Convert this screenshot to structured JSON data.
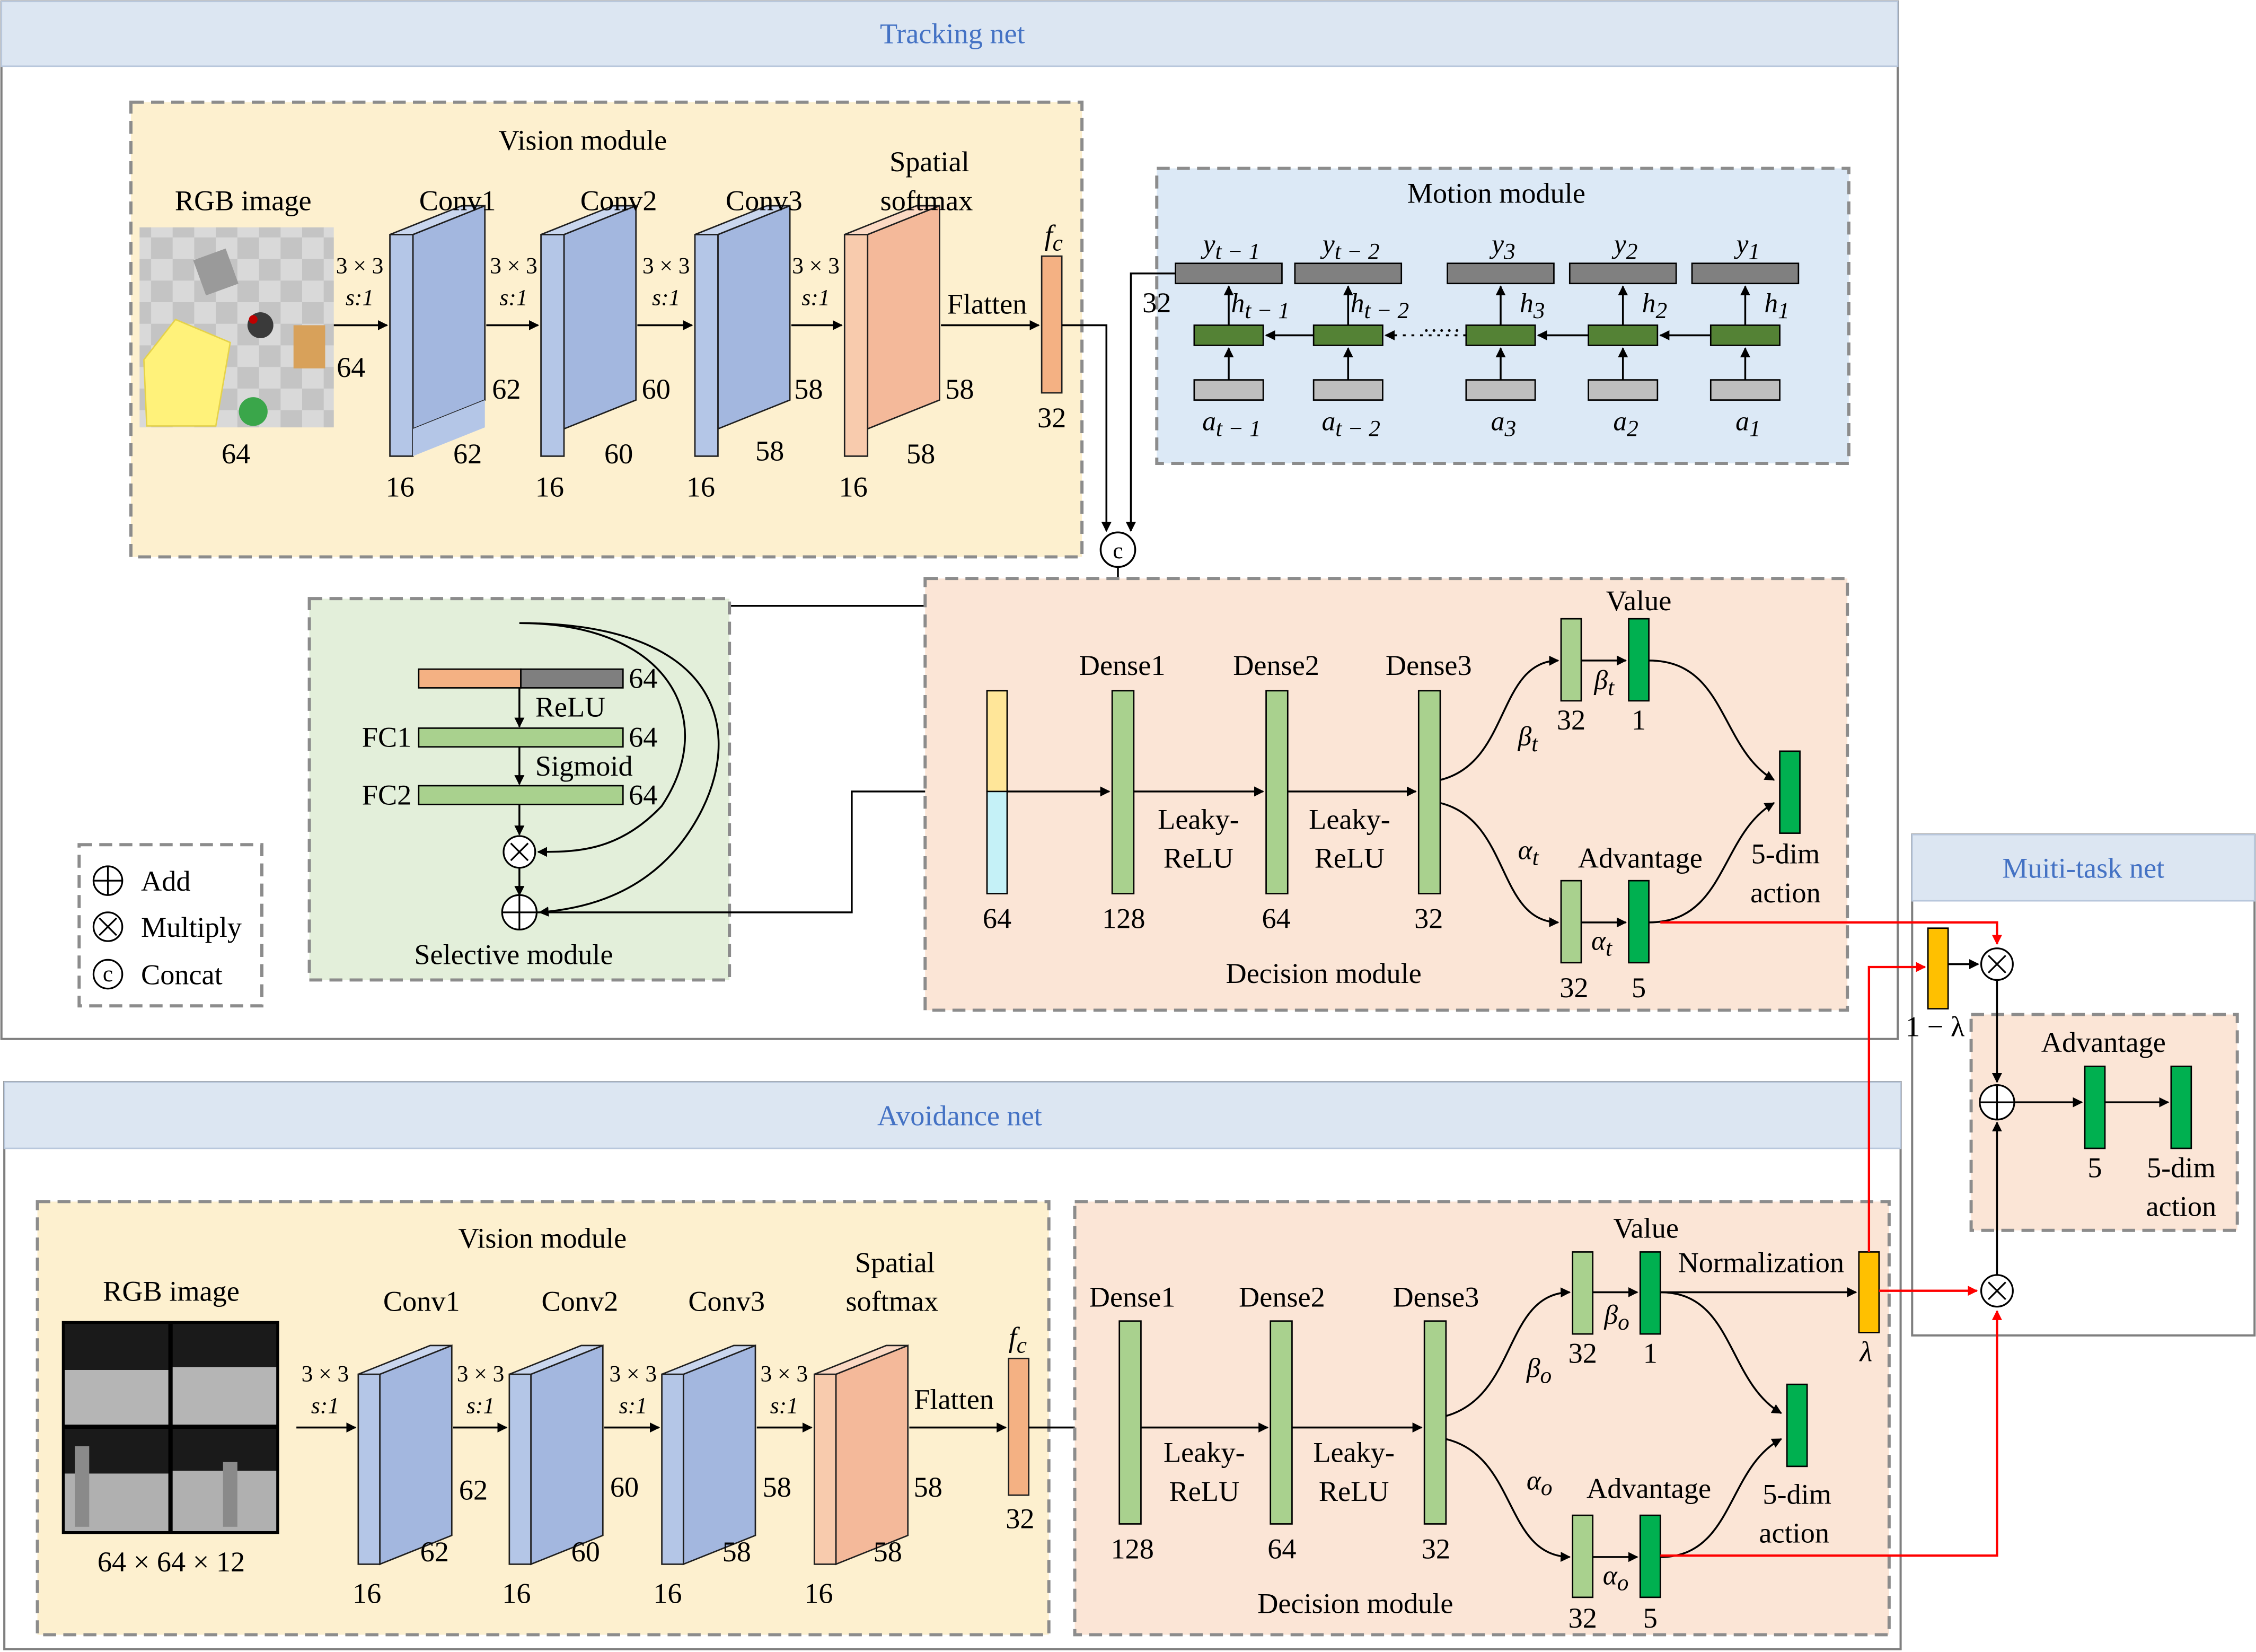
{
  "headers": {
    "tracking": "Tracking net",
    "avoidance": "Avoidance net",
    "multitask": "Muiti-task net"
  },
  "legend": {
    "add": "Add",
    "multiply": "Multiply",
    "concat": "Concat"
  },
  "tracking": {
    "vision": {
      "title": "Vision module",
      "rgb": "RGB image",
      "conv1": "Conv1",
      "conv2": "Conv2",
      "conv3": "Conv3",
      "spatial1": "Spatial",
      "spatial2": "softmax",
      "kernel": "3 × 3",
      "stride": "s:1",
      "flatten": "Flatten",
      "fc": "f",
      "fc_sub": "c",
      "dims": {
        "img_h": "64",
        "img_w": "64",
        "c1_h": "62",
        "c1_w": "62",
        "c1_d": "16",
        "c2_h": "60",
        "c2_w": "60",
        "c2_d": "16",
        "c3_h": "58",
        "c3_w": "58",
        "c3_d": "16",
        "sp_h": "58",
        "sp_w": "58",
        "sp_d": "16",
        "fc_n": "32"
      }
    },
    "motion": {
      "title": "Motion module",
      "in_dim": "32",
      "y": [
        "y",
        "y",
        "y",
        "y",
        "y"
      ],
      "y_sub": [
        "t − 1",
        "t − 2",
        "3",
        "2",
        "1"
      ],
      "h": [
        "h",
        "h",
        "h",
        "h",
        "h"
      ],
      "h_sub": [
        "t − 1",
        "t − 2",
        "3",
        "2",
        "1"
      ],
      "a": [
        "a",
        "a",
        "a",
        "a",
        "a"
      ],
      "a_sub": [
        "t − 1",
        "t − 2",
        "3",
        "2",
        "1"
      ],
      "dots": "·····"
    },
    "concat_symbol": "c",
    "selective": {
      "title": "Selective module",
      "relu": "ReLU",
      "sigmoid": "Sigmoid",
      "fc1": "FC1",
      "fc2": "FC2",
      "d1": "64",
      "d2": "64",
      "d3": "64"
    },
    "decision": {
      "title": "Decision module",
      "dense1": "Dense1",
      "dense2": "Dense2",
      "dense3": "Dense3",
      "leaky1": "Leaky-",
      "leaky2": "ReLU",
      "value": "Value",
      "advantage": "Advantage",
      "action1": "5-dim",
      "action2": "action",
      "beta": "β",
      "beta_sub": "t",
      "alpha": "α",
      "alpha_sub": "t",
      "dims": {
        "in": "64",
        "d1": "128",
        "d2": "64",
        "d3": "32",
        "v32": "32",
        "v1": "1",
        "a32": "32",
        "a5": "5"
      }
    }
  },
  "avoidance": {
    "vision": {
      "title": "Vision module",
      "rgb": "RGB image",
      "conv1": "Conv1",
      "conv2": "Conv2",
      "conv3": "Conv3",
      "spatial1": "Spatial",
      "spatial2": "softmax",
      "kernel": "3 × 3",
      "stride": "s:1",
      "flatten": "Flatten",
      "fc": "f",
      "fc_sub": "c",
      "img_dims": "64 × 64 × 12",
      "dims": {
        "c1_h": "62",
        "c1_w": "62",
        "c1_d": "16",
        "c2_h": "60",
        "c2_w": "60",
        "c2_d": "16",
        "c3_h": "58",
        "c3_w": "58",
        "c3_d": "16",
        "sp_h": "58",
        "sp_w": "58",
        "sp_d": "16",
        "fc_n": "32"
      }
    },
    "decision": {
      "title": "Decision module",
      "dense1": "Dense1",
      "dense2": "Dense2",
      "dense3": "Dense3",
      "leaky1": "Leaky-",
      "leaky2": "ReLU",
      "value": "Value",
      "normalization": "Normalization",
      "advantage": "Advantage",
      "action1": "5-dim",
      "action2": "action",
      "beta": "β",
      "beta_sub": "o",
      "alpha": "α",
      "alpha_sub": "o",
      "lambda": "λ",
      "dims": {
        "d1": "128",
        "d2": "64",
        "d3": "32",
        "v32": "32",
        "v1": "1",
        "a32": "32",
        "a5": "5"
      }
    }
  },
  "multitask": {
    "one_minus_lambda": "1 − λ",
    "advantage": "Advantage",
    "dim5": "5",
    "action1": "5-dim",
    "action2": "action"
  },
  "colors": {
    "header_bg": "#dce6f2",
    "header_text": "#4472c4",
    "vision_bg": "#fdf0cf",
    "motion_bg": "#dce9f6",
    "selective_bg": "#e3efda",
    "decision_bg": "#fbe5d6",
    "conv_blue": "#b4c6e7",
    "spatial_orange": "#f8cbad",
    "fc_orange": "#f4b183",
    "dense_green": "#a9d18e",
    "out_green": "#00b050",
    "motion_dark": "#808080",
    "motion_green": "#548235",
    "motion_gray": "#bfbfbf",
    "lambda_yellow": "#ffc000",
    "red_line": "#ff0000"
  }
}
